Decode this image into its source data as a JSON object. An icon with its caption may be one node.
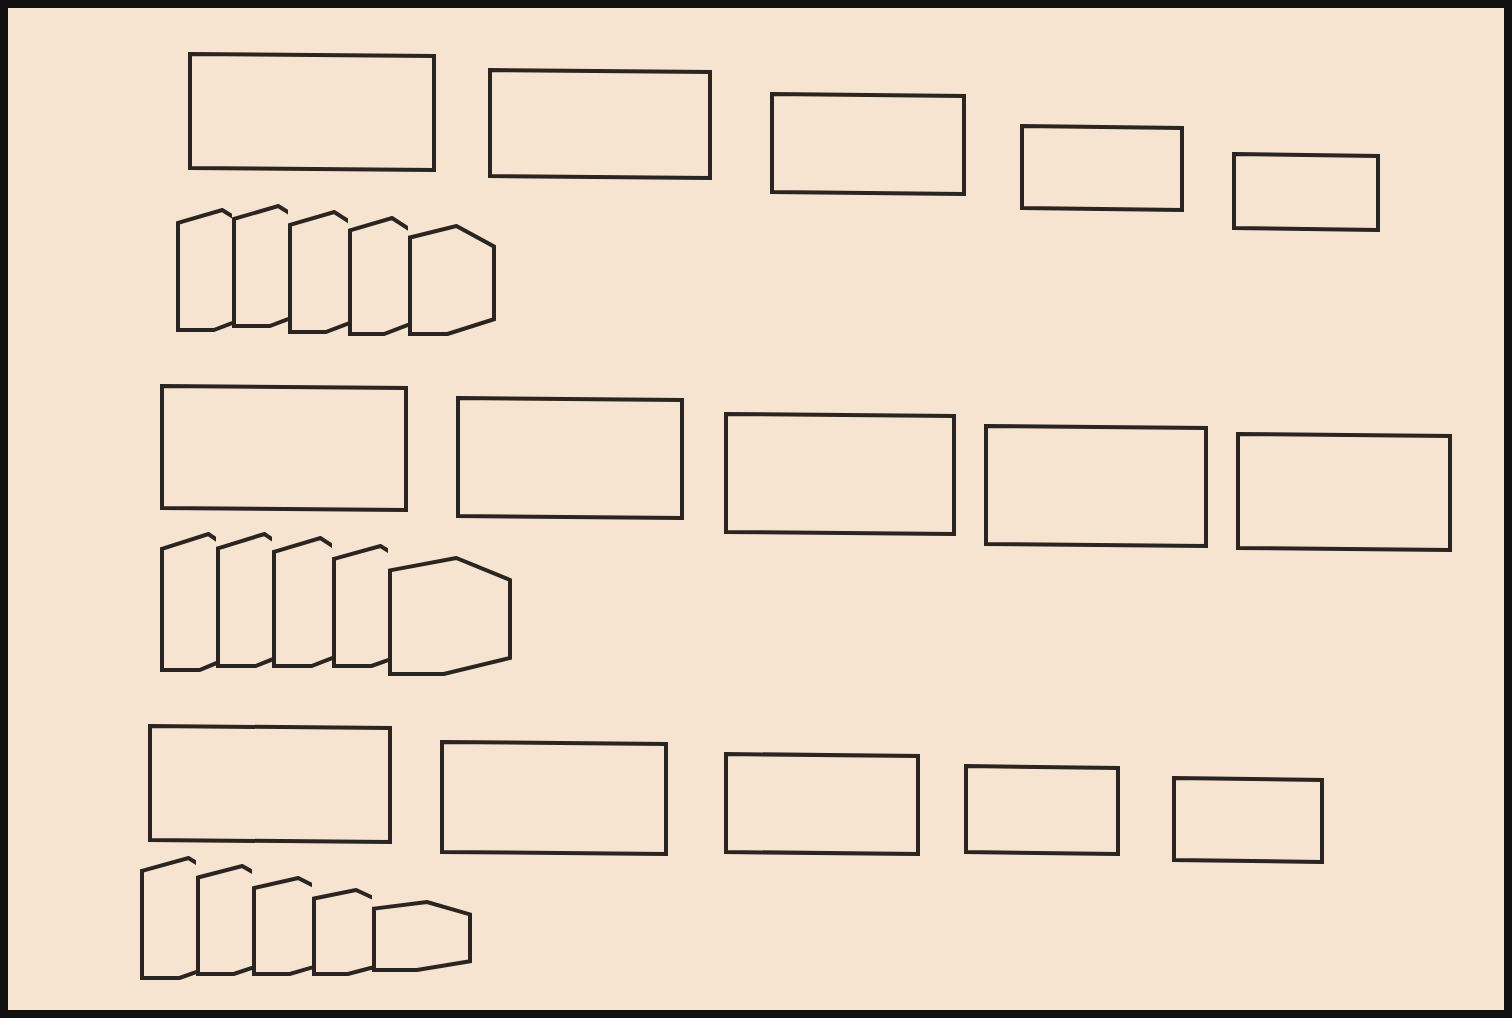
{
  "diagram": {
    "nodes": [
      {
        "text": [],
        "shape": "box"
      },
      {
        "text": [],
        "shape": "box"
      },
      {
        "text": [],
        "shape": "box"
      },
      {
        "text": [],
        "shape": "box"
      },
      {
        "text": [],
        "shape": "box"
      },
      {
        "text": [],
        "shape": "parallelogram"
      },
      {
        "text": [],
        "shape": "parallelogram"
      },
      {
        "text": [],
        "shape": "parallelogram"
      },
      {
        "text": [],
        "shape": "parallelogram"
      },
      {
        "text": [],
        "shape": "parallelogram"
      },
      {
        "text": [],
        "shape": "box"
      },
      {
        "text": [],
        "shape": "box"
      },
      {
        "text": [],
        "shape": "box"
      },
      {
        "text": [],
        "shape": "box"
      },
      {
        "text": [],
        "shape": "box"
      },
      {
        "text": [],
        "shape": "parallelogram"
      },
      {
        "text": [],
        "shape": "parallelogram"
      },
      {
        "text": [],
        "shape": "parallelogram"
      },
      {
        "text": [],
        "shape": "parallelogram"
      },
      {
        "text": [],
        "shape": "parallelogram"
      },
      {
        "text": [],
        "shape": "box"
      },
      {
        "text": [],
        "shape": "box"
      },
      {
        "text": [],
        "shape": "box"
      },
      {
        "text": [],
        "shape": "box"
      },
      {
        "text": [],
        "shape": "box"
      },
      {
        "text": [],
        "shape": "parallelogram"
      },
      {
        "text": [],
        "shape": "parallelogram"
      },
      {
        "text": [],
        "shape": "parallelogram"
      },
      {
        "text": [],
        "shape": "parallelogram"
      },
      {
        "text": [],
        "shape": "parallelogram"
      }
    ]
  }
}
